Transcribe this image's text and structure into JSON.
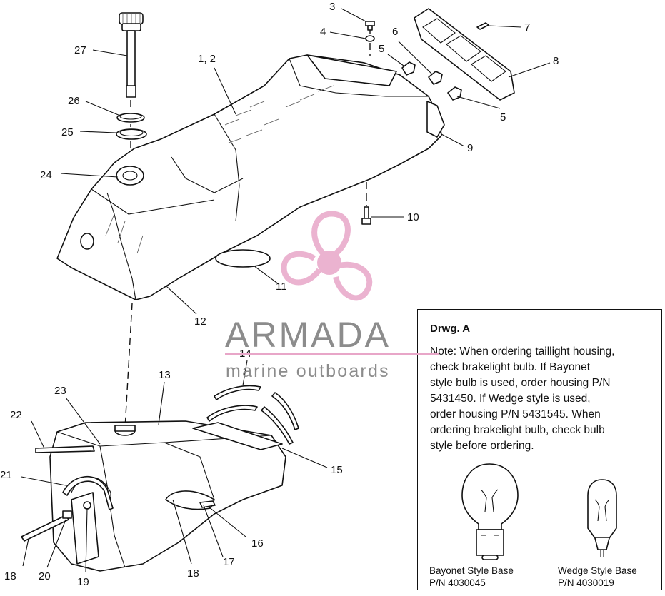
{
  "callouts": {
    "c27": "27",
    "c26": "26",
    "c25": "25",
    "c24": "24",
    "c1_2": "1, 2",
    "c3": "3",
    "c4": "4",
    "c5a": "5",
    "c6": "6",
    "c7": "7",
    "c8": "8",
    "c5b": "5",
    "c9": "9",
    "c10": "10",
    "c11": "11",
    "c12": "12",
    "c13": "13",
    "c14": "14",
    "c15": "15",
    "c16": "16",
    "c17": "17",
    "c18a": "18",
    "c18b": "18",
    "c19": "19",
    "c20": "20",
    "c21": "21",
    "c22": "22",
    "c23": "23"
  },
  "note": {
    "title": "Drwg. A",
    "text": "Note: When ordering taillight housing,\ncheck brakelight bulb.  If Bayonet\nstyle bulb is  used, order housing P/N\n5431450.  If Wedge style is used,\norder housing P/N 5431545.  When\nordering brakelight bulb, check bulb\nstyle before ordering.",
    "bayonet_caption": "Bayonet Style Base\nP/N 4030045",
    "wedge_caption": "Wedge Style Base\nP/N 4030019"
  },
  "watermark": {
    "brand": "ARMADA",
    "tagline": "marine outboards",
    "logo_icon": "propeller-icon",
    "color_pink": "#e8a6c8",
    "color_gray": "#8c8c8c"
  }
}
